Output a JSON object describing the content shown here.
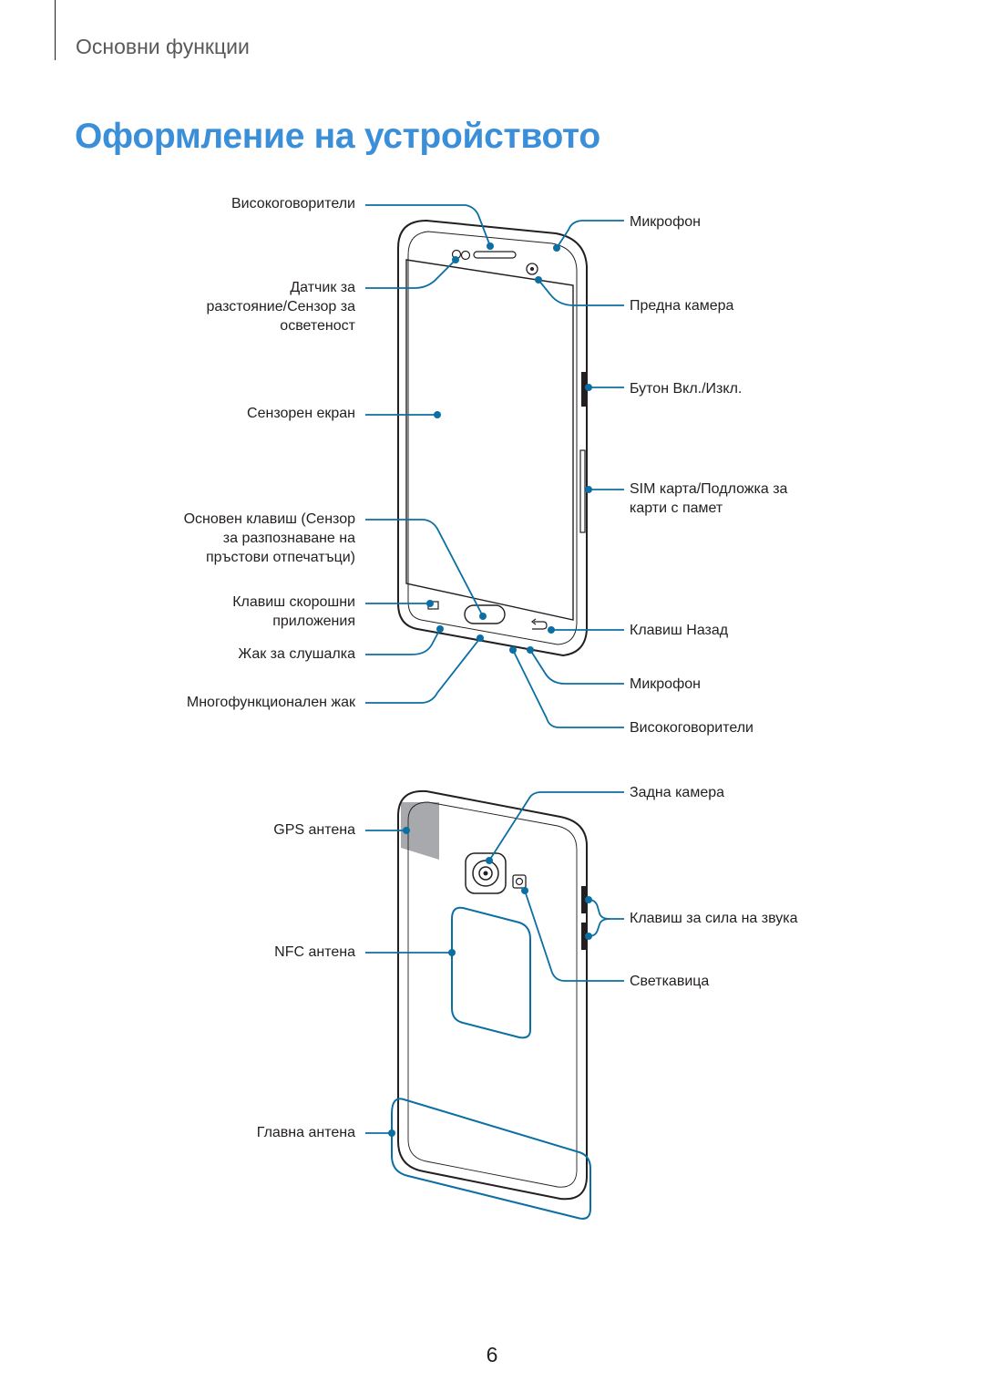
{
  "header": {
    "section": "Основни функции"
  },
  "title": "Оформление на устройството",
  "front_labels": {
    "speaker_top": "Високоговорители",
    "proximity": "Датчик за\nразстояние/Сензор за\nосветеност",
    "touchscreen": "Сензорен екран",
    "home_key": "Основен клавиш (Сензор\nза разпознаване на\nпръстови отпечатъци)",
    "recent_apps": "Клавиш скорошни\nприложения",
    "earphone": "Жак за слушалка",
    "multipurpose": "Многофункционален жак",
    "mic_top": "Микрофон",
    "front_camera": "Предна камера",
    "power_key": "Бутон Вкл./Изкл.",
    "sim_tray": "SIM карта/Подложка за\nкарти с памет",
    "back_key": "Клавиш Назад",
    "mic_bottom": "Микрофон",
    "speaker_bottom": "Високоговорители"
  },
  "back_labels": {
    "gps": "GPS антена",
    "nfc": "NFC антена",
    "main_antenna": "Главна антена",
    "rear_camera": "Задна камера",
    "volume": "Клавиш за сила на звука",
    "flash": "Светкавица"
  },
  "page_number": "6",
  "colors": {
    "accent": "#3b8fd9",
    "callout": "#0b6fa4",
    "device_outline": "#231f20",
    "gps_area": "#a8a9ad"
  }
}
